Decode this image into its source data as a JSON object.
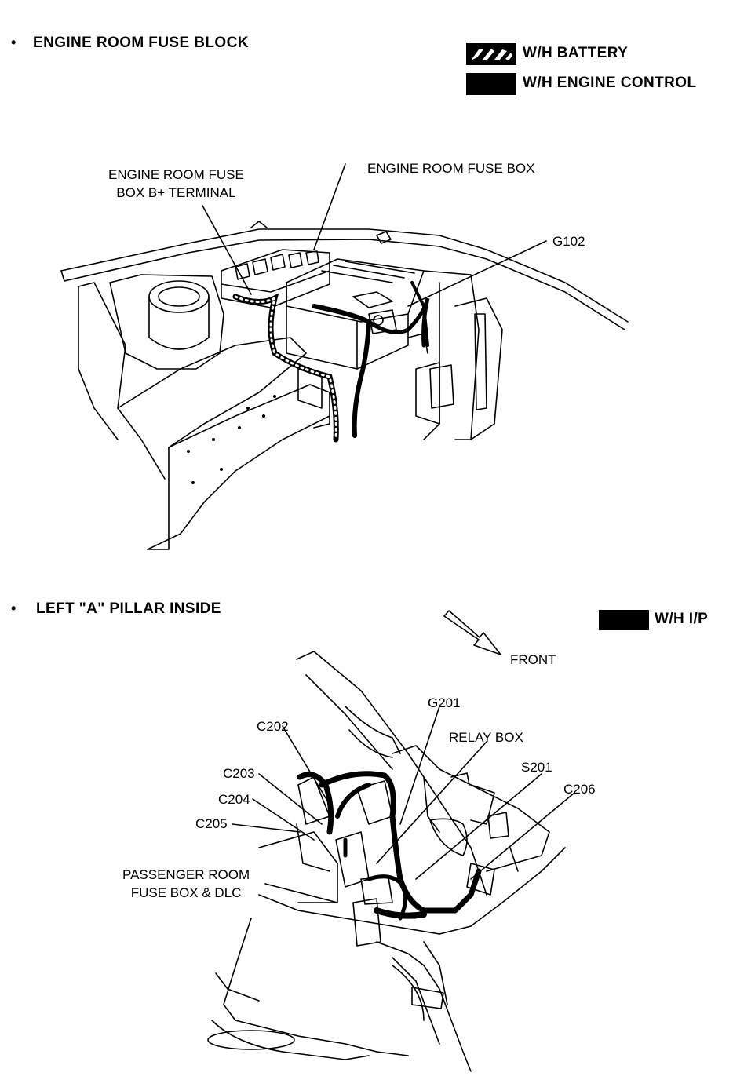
{
  "sections": [
    {
      "bullet": "•",
      "title": "ENGINE ROOM FUSE BLOCK",
      "legend": [
        {
          "label": "W/H BATTERY",
          "pattern": "hatched"
        },
        {
          "label": "W/H ENGINE CONTROL",
          "pattern": "solid"
        }
      ],
      "callouts": {
        "fuse_box_terminal_line1": "ENGINE ROOM FUSE",
        "fuse_box_terminal_line2": "BOX B+ TERMINAL",
        "fuse_box": "ENGINE ROOM FUSE BOX",
        "ground": "G102"
      }
    },
    {
      "bullet": "•",
      "title": "LEFT \"A\" PILLAR INSIDE",
      "legend": [
        {
          "label": "W/H I/P",
          "pattern": "solid"
        }
      ],
      "direction": "FRONT",
      "callouts": {
        "g201": "G201",
        "relay_box": "RELAY BOX",
        "c202": "C202",
        "c203": "C203",
        "c204": "C204",
        "c205": "C205",
        "s201": "S201",
        "c206": "C206",
        "passenger_line1": "PASSENGER ROOM",
        "passenger_line2": "FUSE BOX & DLC"
      }
    }
  ],
  "colors": {
    "ink": "#000000",
    "paper": "#ffffff"
  }
}
